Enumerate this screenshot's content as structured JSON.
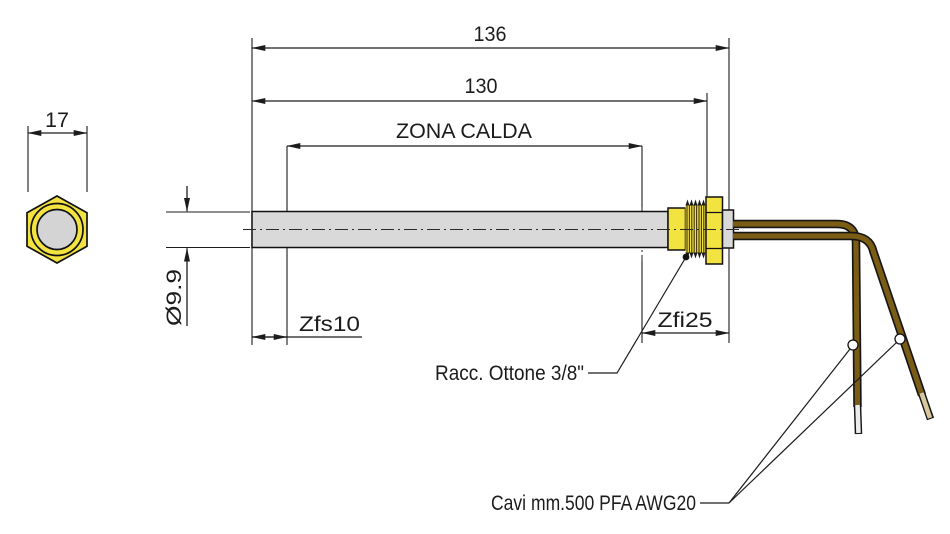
{
  "drawing": {
    "labels": {
      "overall_length": "136",
      "sheath_length": "130",
      "hot_zone": "ZONA CALDA",
      "hex_width": "17",
      "diameter": "Ø9.9",
      "cold_zone_tip": "Zfs10",
      "cold_zone_fitting": "Zfi25",
      "fitting_note": "Racc. Ottone 3/8\"",
      "cables_note": "Cavi mm.500 PFA AWG20"
    },
    "colors": {
      "brass": "#f2e340",
      "sheath": "#d9d9d9",
      "bore": "#d4d4d4",
      "wire": "#7a5c14",
      "wire_tip": "#ececec",
      "wire2_tip": "#d6c89c",
      "line": "#1c1c1c"
    }
  }
}
